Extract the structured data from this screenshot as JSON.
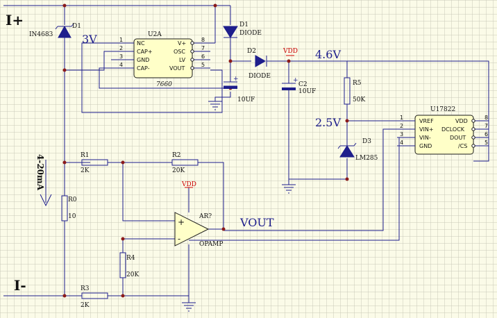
{
  "terminals": {
    "i_plus": "I+",
    "i_minus": "I-"
  },
  "current_label": "4-20mA",
  "supply_label": "VDD",
  "voltages": {
    "zener": "3V",
    "vdd": "4.6V",
    "ref": "2.5V"
  },
  "vout_label": "VOUT",
  "parts": {
    "d1_zener": {
      "ref": "D1",
      "value": "IN4683"
    },
    "d1_diode": {
      "ref": "D1",
      "value": "DIODE"
    },
    "d2": {
      "ref": "D2",
      "value": "DIODE"
    },
    "d3": {
      "ref": "D3",
      "value": "LM285"
    },
    "c1": {
      "value": "10UF"
    },
    "c2": {
      "ref": "C2",
      "value": "10UF"
    },
    "r0": {
      "ref": "R0",
      "value": "10"
    },
    "r1": {
      "ref": "R1",
      "value": "2K"
    },
    "r2": {
      "ref": "R2",
      "value": "20K"
    },
    "r3": {
      "ref": "R3",
      "value": "2K"
    },
    "r4": {
      "ref": "R4",
      "value": "20K"
    },
    "r5": {
      "ref": "R5",
      "value": "50K"
    },
    "opamp": {
      "ref": "AR?",
      "value": "OPAMP",
      "plus": "+",
      "minus": "-"
    }
  },
  "u2a": {
    "ref": "U2A",
    "part": "7660",
    "left_pins": [
      {
        "num": "1",
        "name": "NC"
      },
      {
        "num": "2",
        "name": "CAP+"
      },
      {
        "num": "3",
        "name": "GND"
      },
      {
        "num": "4",
        "name": "CAP-"
      }
    ],
    "right_pins": [
      {
        "num": "8",
        "name": "V+"
      },
      {
        "num": "7",
        "name": "OSC"
      },
      {
        "num": "6",
        "name": "LV"
      },
      {
        "num": "5",
        "name": "VOUT"
      }
    ]
  },
  "adc": {
    "ref": "U17822",
    "left_pins": [
      {
        "num": "1",
        "name": "VREF"
      },
      {
        "num": "2",
        "name": "VIN+"
      },
      {
        "num": "3",
        "name": "VIN-"
      },
      {
        "num": "4",
        "name": "GND"
      }
    ],
    "right_pins": [
      {
        "num": "8",
        "name": "VDD"
      },
      {
        "num": "7",
        "name": "DCLOCK"
      },
      {
        "num": "6",
        "name": "DOUT"
      },
      {
        "num": "5",
        "name": "/CS"
      }
    ]
  }
}
